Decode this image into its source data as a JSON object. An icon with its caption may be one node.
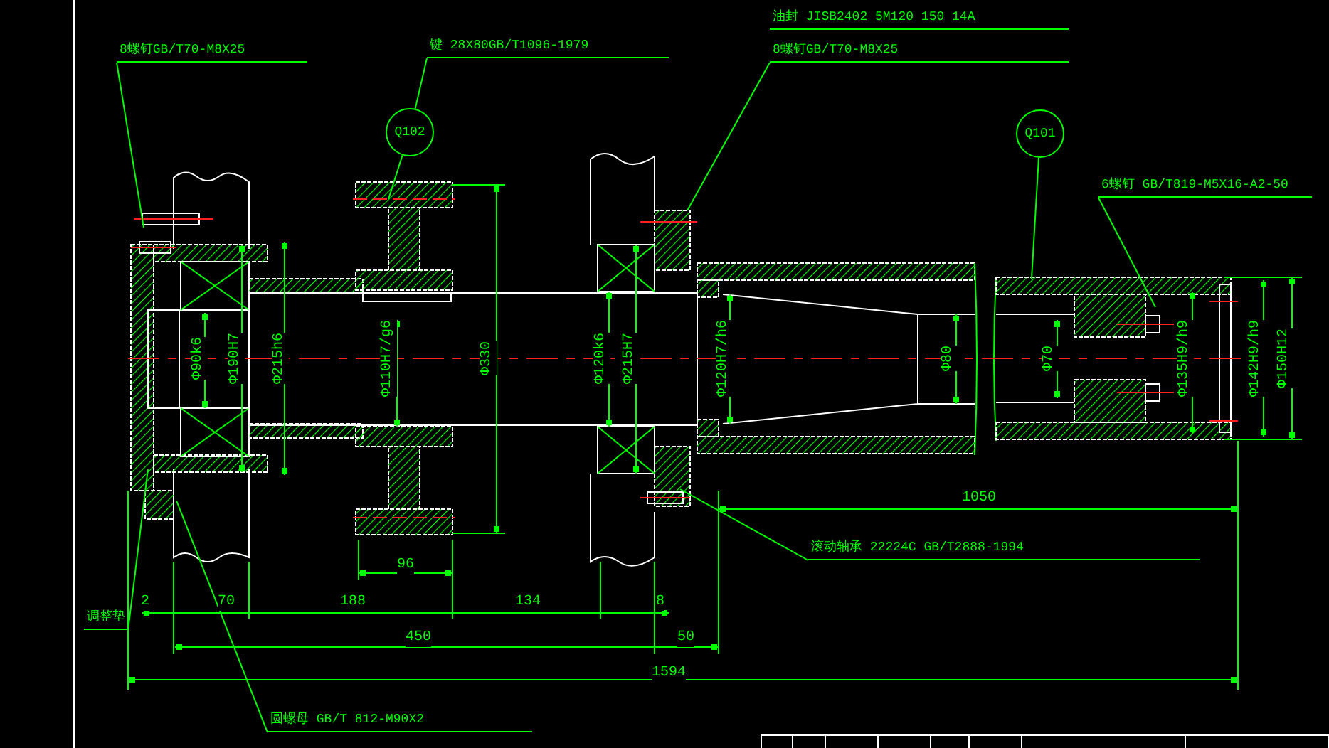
{
  "diagram": {
    "nodes": [
      {
        "text": [
          "8螺钉GB/T70-M8X25"
        ]
      },
      {
        "text": [
          "键 28X80GB/T1096-1979"
        ]
      },
      {
        "text": [
          "Q102"
        ]
      },
      {
        "text": [
          "油封 JISB2402 5M120 150 14A"
        ]
      },
      {
        "text": [
          "8螺钉GB/T70-M8X25"
        ]
      },
      {
        "text": [
          "Q101"
        ]
      },
      {
        "text": [
          "6螺钉 GB/T819-M5X16-A2-50"
        ]
      },
      {
        "text": [
          "滚动轴承 22224C GB/T2888-1994"
        ]
      },
      {
        "text": [
          "调整垫"
        ]
      },
      {
        "text": [
          "圆螺母 GB/T 812-M90X2"
        ]
      }
    ],
    "edges": [
      {
        "from": 0,
        "to": null,
        "arrow": "none"
      },
      {
        "from": 1,
        "to": 2,
        "arrow": "none"
      },
      {
        "from": 2,
        "to": null,
        "arrow": "none"
      },
      {
        "from": 4,
        "to": null,
        "arrow": "none"
      },
      {
        "from": 5,
        "to": null,
        "arrow": "none"
      },
      {
        "from": 6,
        "to": null,
        "arrow": "none"
      },
      {
        "from": 7,
        "to": null,
        "arrow": "none"
      },
      {
        "from": 8,
        "to": null,
        "arrow": "none"
      },
      {
        "from": 9,
        "to": null,
        "arrow": "none"
      }
    ],
    "labels": [
      "Φ90k6",
      "Φ190H7",
      "Φ215h6",
      "Φ110H7/g6",
      "Φ330",
      "Φ120k6",
      "Φ215H7",
      "Φ120H7/h6",
      "Φ80",
      "Φ70",
      "Φ135H9/h9",
      "Φ142H9/h9",
      "Φ150H12",
      "1050",
      "96",
      "2",
      "70",
      "188",
      "134",
      "8",
      "450",
      "50",
      "1594"
    ]
  }
}
